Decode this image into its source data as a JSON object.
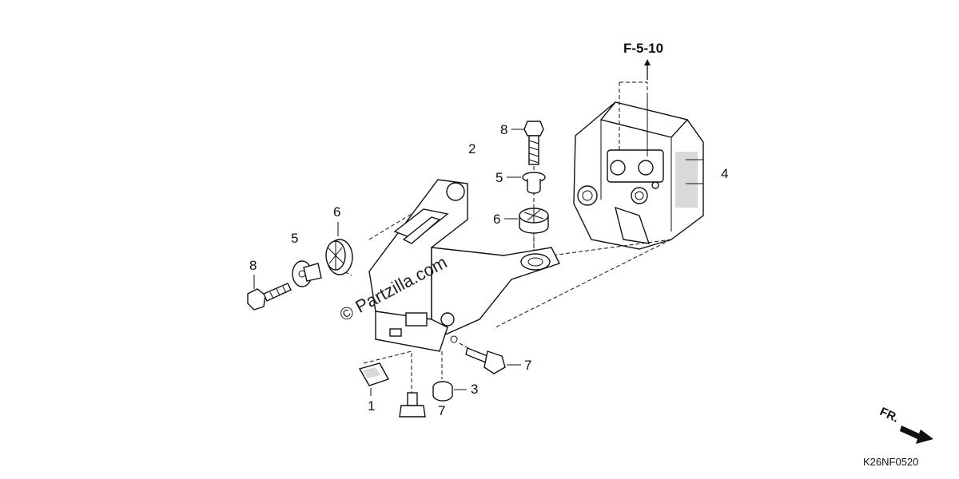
{
  "diagram": {
    "reference": "F-5-10",
    "code": "K26NF0520",
    "front_label": "FR.",
    "watermark": "© Partzilla.com"
  },
  "callouts": [
    {
      "id": "c1",
      "text": "1"
    },
    {
      "id": "c2",
      "text": "2"
    },
    {
      "id": "c3",
      "text": "3"
    },
    {
      "id": "c4",
      "text": "4"
    },
    {
      "id": "c5a",
      "text": "5"
    },
    {
      "id": "c5b",
      "text": "5"
    },
    {
      "id": "c6a",
      "text": "6"
    },
    {
      "id": "c6b",
      "text": "6"
    },
    {
      "id": "c7a",
      "text": "7"
    },
    {
      "id": "c7b",
      "text": "7"
    },
    {
      "id": "c8a",
      "text": "8"
    },
    {
      "id": "c8b",
      "text": "8"
    }
  ]
}
